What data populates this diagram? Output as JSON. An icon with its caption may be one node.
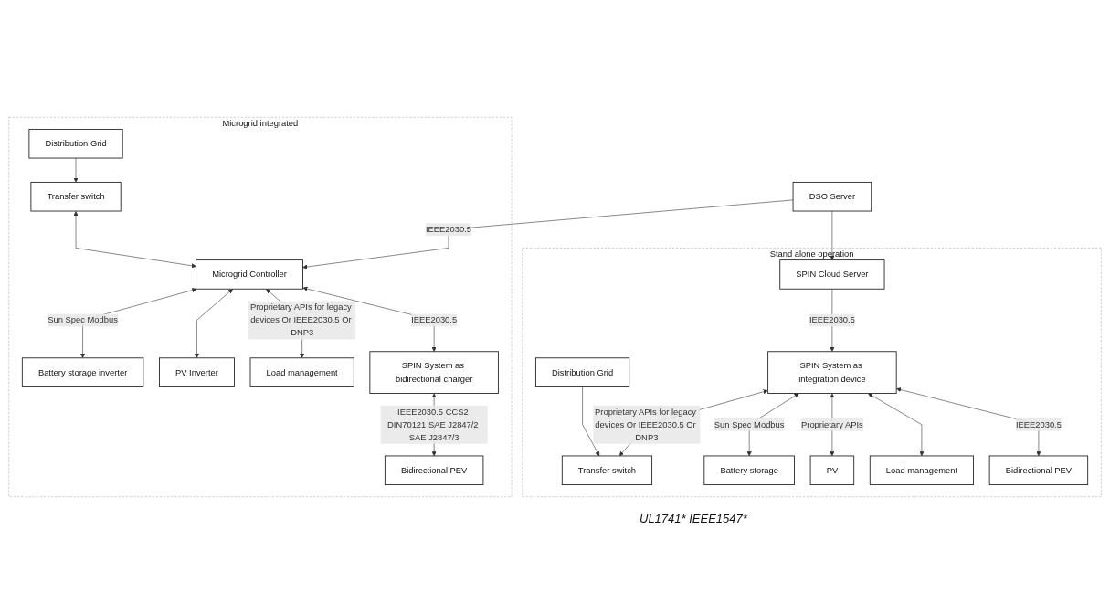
{
  "diagram": {
    "nodes": [
      {
        "text": [
          "DSO Server"
        ]
      },
      {
        "text": [
          "Microgrid integrated"
        ]
      },
      {
        "text": [
          "Distribution Grid"
        ],
        "in": 1
      },
      {
        "text": [
          "Transfer switch"
        ],
        "in": 1
      },
      {
        "text": [
          "Microgrid Controller"
        ],
        "in": 1
      },
      {
        "text": [
          "Battery storage inverter"
        ],
        "in": 1
      },
      {
        "text": [
          "PV Inverter"
        ],
        "in": 1
      },
      {
        "text": [
          "Load management"
        ],
        "in": 1
      },
      {
        "text": [
          "SPIN System as bidirectional charger"
        ],
        "in": 1
      },
      {
        "text": [
          "Bidirectional PEV"
        ],
        "in": 1
      },
      {
        "text": [
          "Stand alone operation"
        ]
      },
      {
        "text": [
          "SPIN Cloud Server"
        ],
        "in": 10
      },
      {
        "text": [
          "Distribution Grid"
        ],
        "in": 10
      },
      {
        "text": [
          "Transfer switch"
        ],
        "in": 10
      },
      {
        "text": [
          "SPIN System as integration device"
        ],
        "in": 10
      },
      {
        "text": [
          "Battery storage"
        ],
        "in": 10
      },
      {
        "text": [
          "PV"
        ],
        "in": 10
      },
      {
        "text": [
          "Load management"
        ],
        "in": 10
      },
      {
        "text": [
          "Bidirectional PEV"
        ],
        "in": 10
      }
    ],
    "edges": [
      {
        "from": 0,
        "to": 4,
        "arrow": "to",
        "label": "IEEE2030.5"
      },
      {
        "from": 0,
        "to": 11,
        "arrow": "to"
      },
      {
        "from": 2,
        "to": 3,
        "arrow": "to"
      },
      {
        "from": 3,
        "to": 4,
        "arrow": "both"
      },
      {
        "from": 4,
        "to": 5,
        "arrow": "both",
        "label": "Sun Spec Modbus"
      },
      {
        "from": 4,
        "to": 6,
        "arrow": "both"
      },
      {
        "from": 4,
        "to": 7,
        "arrow": "both",
        "label": "Proprietary APIs for legacy devices Or IEEE2030.5 Or DNP3"
      },
      {
        "from": 4,
        "to": 8,
        "arrow": "both",
        "label": "IEEE2030.5"
      },
      {
        "from": 8,
        "to": 9,
        "arrow": "both",
        "label": "IEEE2030.5 CCS2 DIN70121 SAE J2847/2 SAE J2847/3"
      },
      {
        "from": 11,
        "to": 14,
        "arrow": "to",
        "label": "IEEE2030.5"
      },
      {
        "from": 12,
        "to": 13,
        "arrow": "to"
      },
      {
        "from": 14,
        "to": 13,
        "arrow": "both",
        "label": "Proprietary APIs for legacy devices Or IEEE2030.5 Or DNP3"
      },
      {
        "from": 14,
        "to": 15,
        "arrow": "both",
        "label": "Sun Spec Modbus"
      },
      {
        "from": 14,
        "to": 16,
        "arrow": "both",
        "label": "Proprietary APIs"
      },
      {
        "from": 14,
        "to": 17,
        "arrow": "both"
      },
      {
        "from": 14,
        "to": 18,
        "arrow": "both",
        "label": "IEEE2030.5"
      }
    ],
    "labels": [
      "UL1741* IEEE1547*"
    ]
  }
}
